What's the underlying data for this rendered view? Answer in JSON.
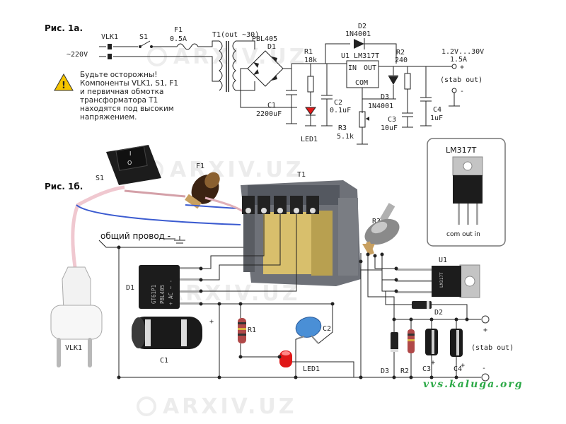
{
  "top_schematic": {
    "figure_label": "Рис. 1а.",
    "vlk1": "VLK1",
    "s1": "S1",
    "f1": "F1",
    "fuse_rating": "0.5A",
    "t1": "T1(out ~30)",
    "bridge_part": "PBL405",
    "d1": "D1",
    "mains": "~220V",
    "r1": "R1",
    "r1_value": "18k",
    "d2": "D2",
    "d2_part": "1N4001",
    "u1": "U1 LM317T",
    "u1_in": "IN",
    "u1_out": "OUT",
    "u1_com": "COM",
    "r2": "R2",
    "r2_value": "240",
    "output_range": "1.2V...30V",
    "output_current": "1.5A",
    "stab_out": "(stab out)",
    "plus": "+",
    "minus": "-",
    "c1": "C1",
    "c1_value": "2200uF",
    "c2": "C2",
    "c2_value": "0.1uF",
    "d3": "D3",
    "d3_part": "1N4001",
    "c3": "C3",
    "c3_value": "10uF",
    "c4": "C4",
    "c4_value": "1uF",
    "r3": "R3",
    "r3_value": "5.1k",
    "led1": "LED1"
  },
  "warning": {
    "lines": [
      "Будьте осторожны!",
      "Компоненты VLK1, S1, F1",
      "и первичная обмотка",
      "трансформатора T1",
      "находятся под высоким",
      "напряжением."
    ]
  },
  "bottom_diagram": {
    "figure_label": "Рис. 1б.",
    "s1": "S1",
    "f1": "F1",
    "t1": "T1",
    "r3": "R3",
    "u1": "U1",
    "d1": "D1",
    "d1_marking": "GT61P1",
    "d1_part": "PBL405",
    "d1_pins": "+ AC ~ -",
    "common_wire": "общий провод -",
    "vlk1": "VLK1",
    "r1": "R1",
    "c1": "C1",
    "c2": "C2",
    "led1": "LED1",
    "d2": "D2",
    "d3": "D3",
    "r2": "R2",
    "c3": "C3",
    "c4": "C4",
    "plus": "+",
    "minus": "-",
    "stab_out": "(stab out)",
    "lm_marking": "LM317T"
  },
  "lm317_inset": {
    "title": "LM317T",
    "pins": "com out  in"
  },
  "watermark": "ARXIV.UZ",
  "site": "vvs.kaluga.org",
  "colors": {
    "led_red": "#e01818",
    "capacitor_blue": "#4a8fd6",
    "wire_blue": "#3b5bd0",
    "site_green": "#2aa845",
    "warning_yellow": "#f5c400"
  }
}
